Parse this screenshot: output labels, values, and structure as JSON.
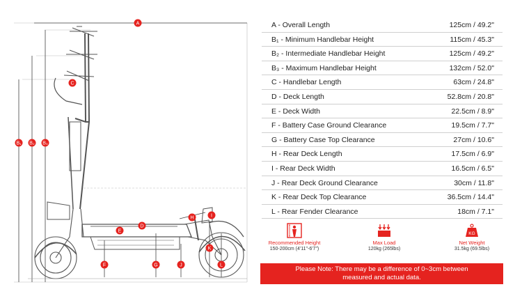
{
  "specs": [
    {
      "key": "A   - Overall Length",
      "value": "125cm / 49.2\""
    },
    {
      "key": "B₁  - Minimum Handlebar Height",
      "value": "115cm / 45.3\""
    },
    {
      "key": "B₂  - Intermediate Handlebar Height",
      "value": "125cm / 49.2\""
    },
    {
      "key": "B₃  - Maximum Handlebar Height",
      "value": "132cm / 52.0\""
    },
    {
      "key": "C   - Handlebar Length",
      "value": "63cm / 24.8\""
    },
    {
      "key": "D   - Deck Length",
      "value": "52.8cm / 20.8\""
    },
    {
      "key": "E   - Deck Width",
      "value": "22.5cm / 8.9\""
    },
    {
      "key": "F   - Battery Case Ground Clearance",
      "value": "19.5cm / 7.7\""
    },
    {
      "key": "G   - Battery Case Top Clearance",
      "value": "27cm / 10.6\""
    },
    {
      "key": "H   - Rear Deck Length",
      "value": "17.5cm / 6.9\""
    },
    {
      "key": "I   - Rear Deck Width",
      "value": "16.5cm / 6.5\""
    },
    {
      "key": "J   - Rear Deck Ground Clearance",
      "value": "30cm / 11.8\""
    },
    {
      "key": "K   - Rear Deck Top Clearance",
      "value": "36.5cm / 14.4\""
    },
    {
      "key": "L   - Rear Fender Clearance",
      "value": "18cm / 7.1\""
    }
  ],
  "icons": {
    "height": {
      "title": "Recommended Height",
      "value": "150-200cm (4'11\"-6'7\")"
    },
    "load": {
      "title": "Max Load",
      "value": "120kg (265lbs)"
    },
    "weight": {
      "title": "Net Weight",
      "value": "31.5kg (69.5lbs)",
      "badge": "KG"
    }
  },
  "note": {
    "line1": "Please Note: There may be a difference of 0~3cm between",
    "line2": "measured and actual data."
  },
  "markers": {
    "A": "A",
    "B1": "B₁",
    "B2": "B₂",
    "B3": "B₃",
    "C": "C",
    "D": "D",
    "E": "E",
    "F": "F",
    "G": "G",
    "H": "H",
    "I": "I",
    "J": "J",
    "K": "K",
    "L": "L"
  },
  "colors": {
    "accent": "#e5231f",
    "line": "#555555",
    "row_divider": "#cfcfcf"
  }
}
